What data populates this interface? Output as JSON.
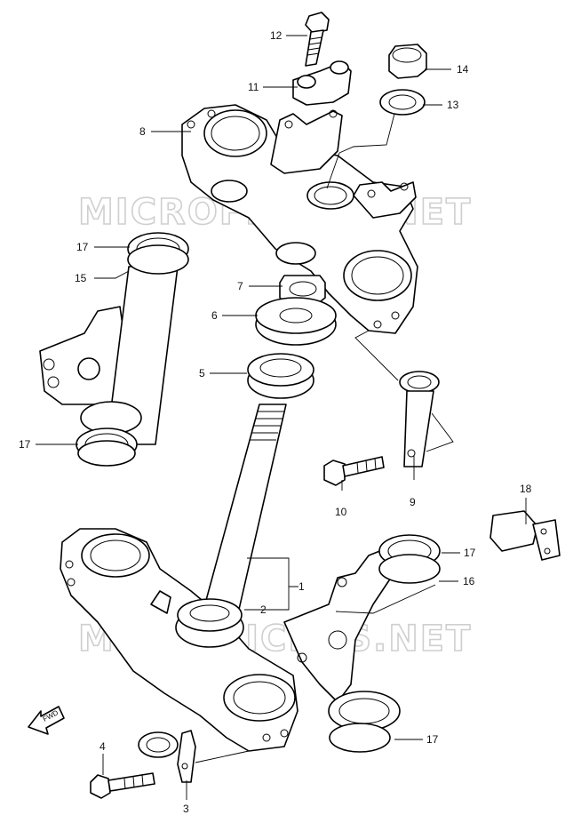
{
  "diagram": {
    "watermark_top": "MICROFICHES.NET",
    "watermark_bottom": "MICROFICHES.NET",
    "fwd_label": "FWD",
    "callouts": [
      {
        "id": "c1",
        "text": "1"
      },
      {
        "id": "c2",
        "text": "2"
      },
      {
        "id": "c3",
        "text": "3"
      },
      {
        "id": "c4",
        "text": "4"
      },
      {
        "id": "c5",
        "text": "5"
      },
      {
        "id": "c6",
        "text": "6"
      },
      {
        "id": "c7",
        "text": "7"
      },
      {
        "id": "c8",
        "text": "8"
      },
      {
        "id": "c9",
        "text": "9"
      },
      {
        "id": "c10",
        "text": "10"
      },
      {
        "id": "c11",
        "text": "11"
      },
      {
        "id": "c12",
        "text": "12"
      },
      {
        "id": "c13",
        "text": "13"
      },
      {
        "id": "c14",
        "text": "14"
      },
      {
        "id": "c15",
        "text": "15"
      },
      {
        "id": "c16",
        "text": "16"
      },
      {
        "id": "c17a",
        "text": "17"
      },
      {
        "id": "c17b",
        "text": "17"
      },
      {
        "id": "c17c",
        "text": "17"
      },
      {
        "id": "c17d",
        "text": "17"
      },
      {
        "id": "c18",
        "text": "18"
      }
    ]
  }
}
